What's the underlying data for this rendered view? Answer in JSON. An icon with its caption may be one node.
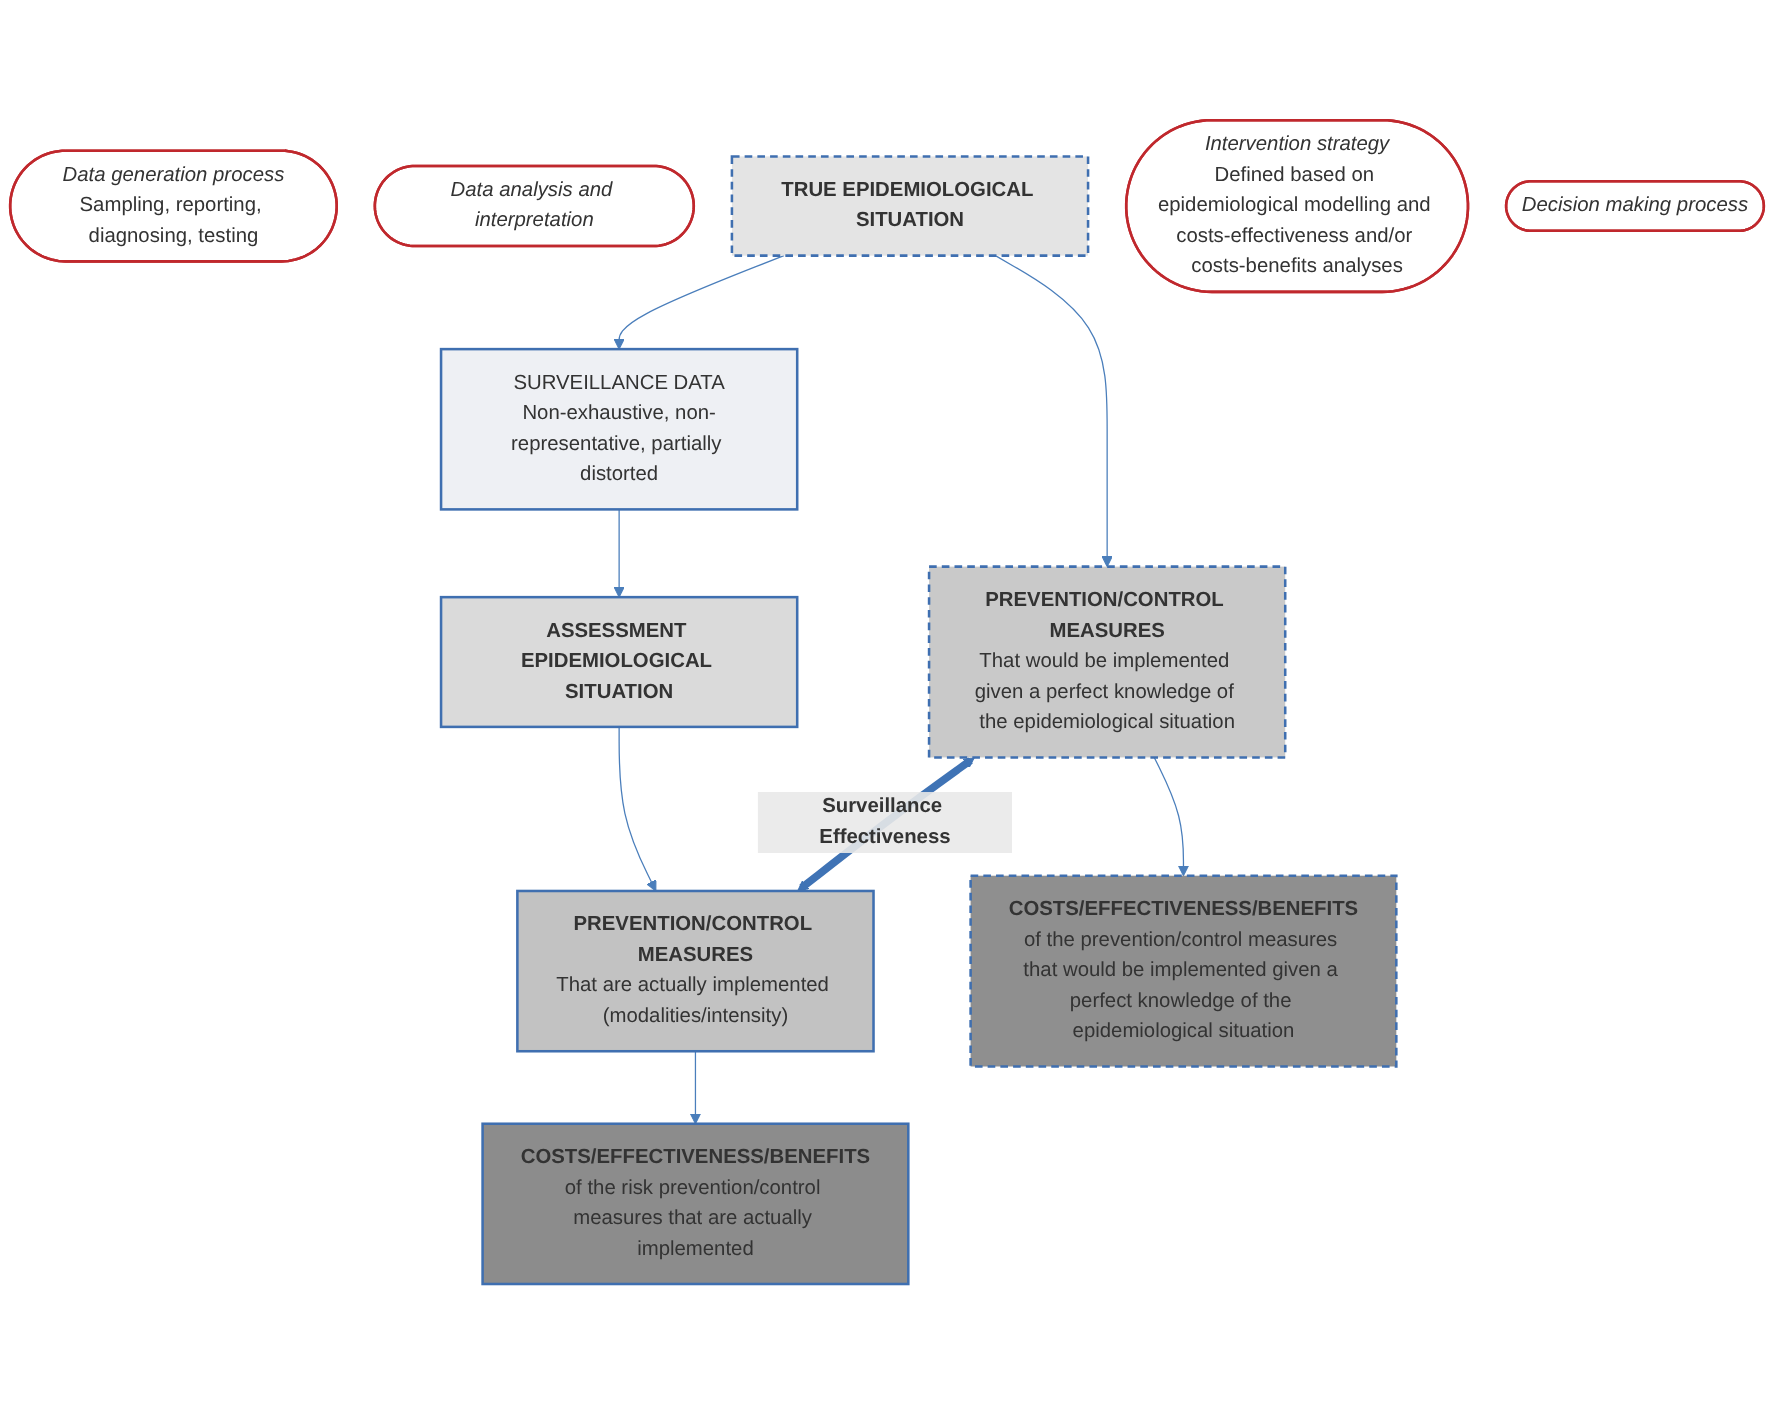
{
  "diagram": {
    "nodes": [
      {
        "text": [
          "SURVEILLANCE DATA",
          "Non-exhaustive, non-representative, partially distorted"
        ]
      },
      {
        "text": [
          "Data generation process",
          "Sampling, reporting, diagnosing, testing"
        ]
      },
      {
        "text": [
          "Data analysis and interpretation"
        ]
      },
      {
        "text": [
          "TRUE EPIDEMIOLOGICAL SITUATION"
        ]
      },
      {
        "text": [
          "ASSESSMENT EPIDEMIOLOGICAL SITUATION"
        ]
      },
      {
        "text": [
          "Intervention strategy",
          "Defined based on epidemiological modelling and costs-effectiveness and/or costs-benefits analyses"
        ]
      },
      {
        "text": [
          "Decision making process"
        ]
      },
      {
        "text": [
          "PREVENTION/CONTROL MEASURES",
          "That would be implemented given a perfect knowledge of the epidemiological situation"
        ]
      },
      {
        "text": [
          "PREVENTION/CONTROL MEASURES",
          "That are actually implemented (modalities/intensity)"
        ]
      },
      {
        "text": [
          "COSTS/EFFECTIVENESS/BENEFITS",
          "of the prevention/control measures that would be implemented given a perfect knowledge of the epidemiological situation"
        ]
      },
      {
        "text": [
          "COSTS/EFFECTIVENESS/BENEFITS",
          "of the risk prevention/control measures that are actually implemented"
        ]
      }
    ],
    "edges": [
      {
        "from": 3,
        "to": 0,
        "arrow": "to"
      },
      {
        "from": 0,
        "to": 4,
        "arrow": "to"
      },
      {
        "from": 3,
        "to": 7,
        "arrow": "to"
      },
      {
        "from": 4,
        "to": 8,
        "arrow": "to"
      },
      {
        "from": 7,
        "to": 8,
        "arrow": "both",
        "label": "Surveillance Effectiveness",
        "style": "thick",
        "color": "#3f73b5"
      },
      {
        "from": 7,
        "to": 9,
        "arrow": "to"
      },
      {
        "from": 8,
        "to": 10,
        "arrow": "to"
      }
    ]
  }
}
